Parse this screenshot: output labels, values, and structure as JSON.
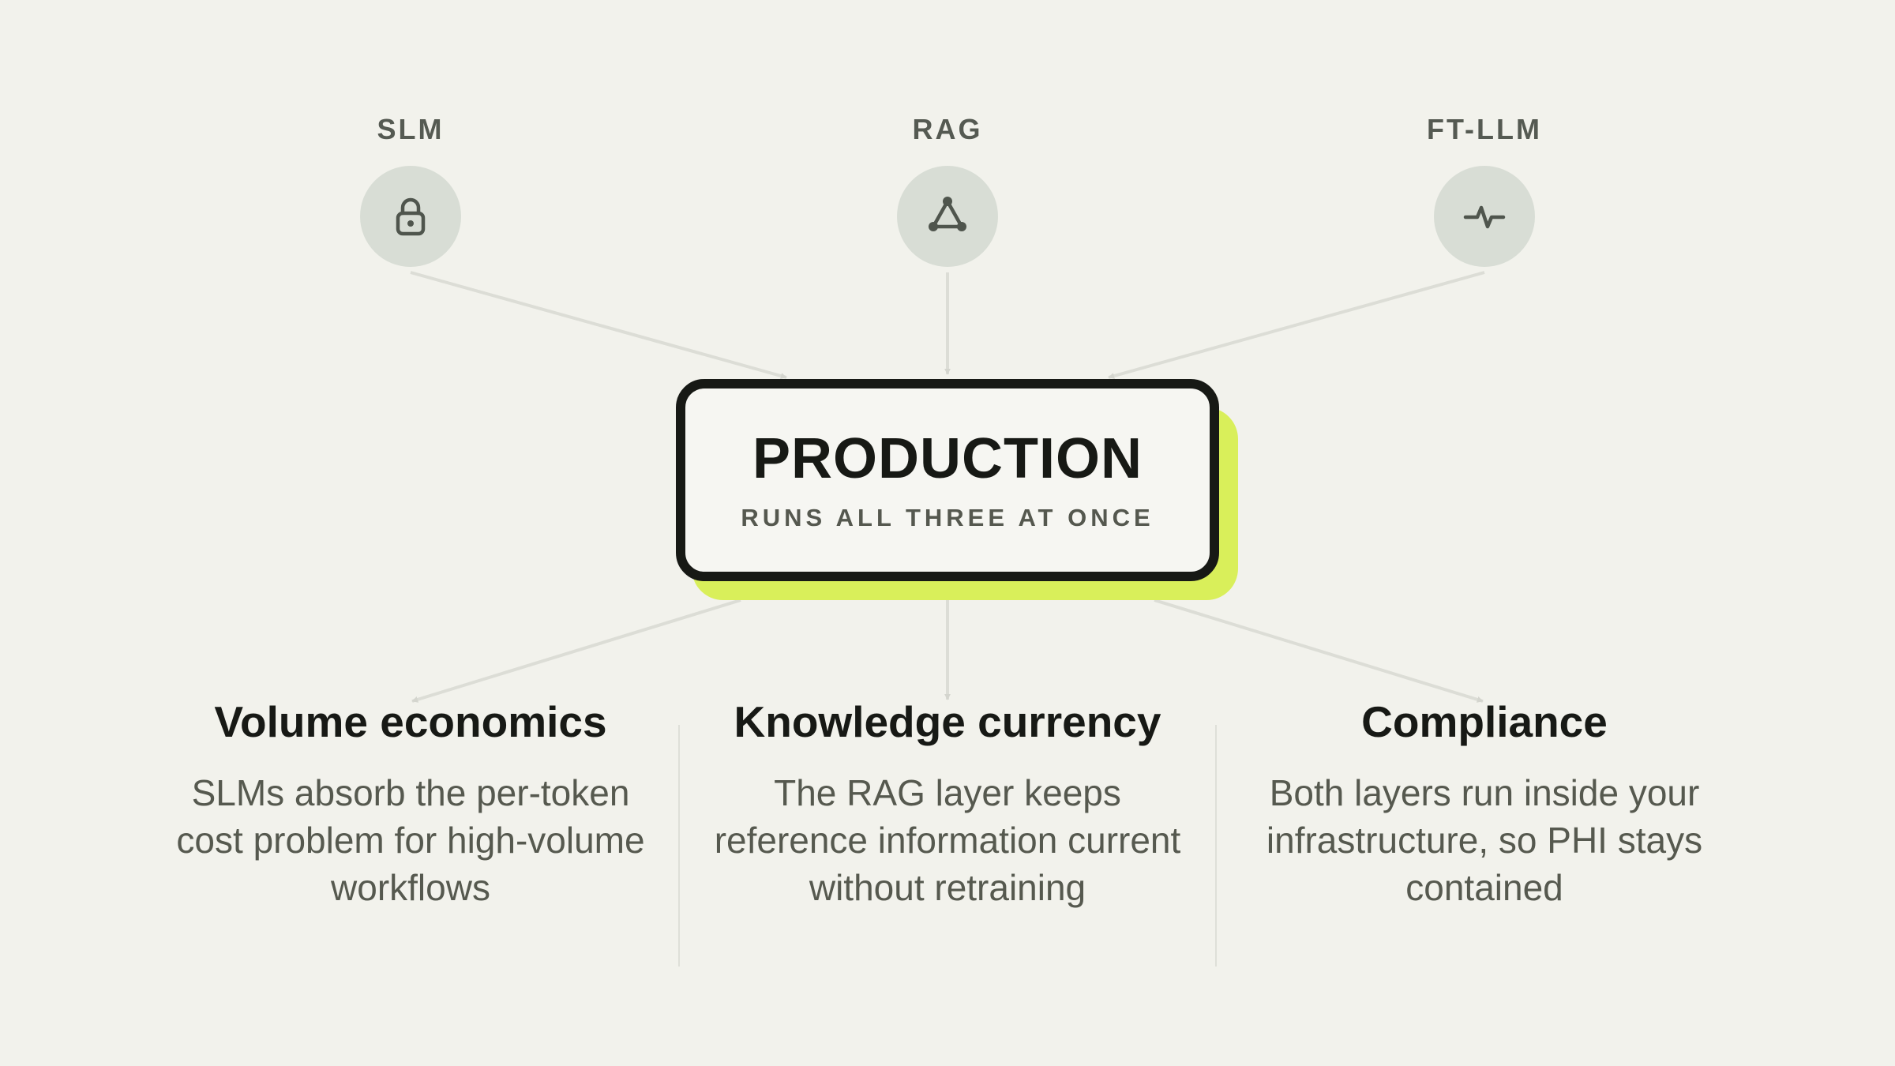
{
  "sources": [
    {
      "label": "SLM",
      "icon": "lock-icon"
    },
    {
      "label": "RAG",
      "icon": "graph-nodes-icon"
    },
    {
      "label": "FT-LLM",
      "icon": "pulse-icon"
    }
  ],
  "production": {
    "title": "PRODUCTION",
    "subtitle": "RUNS ALL THREE AT ONCE"
  },
  "outcomes": [
    {
      "title": "Volume economics",
      "description": "SLMs absorb the per-token cost problem for high-volume workflows"
    },
    {
      "title": "Knowledge currency",
      "description": "The RAG layer keeps reference information current without retraining"
    },
    {
      "title": "Compliance",
      "description": "Both layers run inside your infrastructure, so PHI stays contained"
    }
  ],
  "colors": {
    "background": "#f2f2ec",
    "accent": "#d9ef5a",
    "card_border": "#171915",
    "icon_circle": "#d8ddd5",
    "connector": "#dcddd6"
  }
}
